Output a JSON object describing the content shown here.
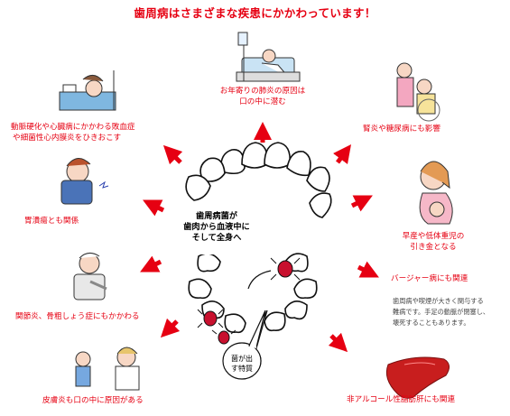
{
  "title": "歯周病はさまざまな疾患にかかわっています！",
  "center": {
    "line1": "歯周病菌が",
    "line2": "歯肉から血液中に",
    "line3": "そして全身へ"
  },
  "bubble": {
    "line1": "菌が出",
    "line2": "す特質"
  },
  "labels": {
    "pneumonia_1": "お年寄りの肺炎の原因は",
    "pneumonia_2": "口の中に潜む",
    "kidney": "腎炎や糖尿病にも影響",
    "arterio_1": "動脈硬化や心臓病にかかわる敗血症",
    "arterio_2": "や細菌性心内膜炎をひきおこす",
    "stomach": "胃潰瘍とも関係",
    "premature_1": "早産や低体重児の",
    "premature_2": "引き金となる",
    "buerger": "バージャー病にも関連",
    "joint": "関節炎、骨粗しょう症にもかかわる",
    "skin": "皮膚炎も口の中に原因がある",
    "liver": "非アルコール性脂肪肝にも関連"
  },
  "buerger_desc": {
    "line1": "歯周病や喫煙が大きく関与する",
    "line2": "難病です。手足の動脈が閉塞し、",
    "line3": "壊死することもあります。"
  },
  "colors": {
    "accent": "#e60012",
    "arrow": "#e60012"
  },
  "icons": [
    "patient-in-bed-icon",
    "caregiver-elderly-icon",
    "bedridden-person-icon",
    "stomach-ache-child-icon",
    "pregnant-woman-icon",
    "injured-person-icon",
    "doctor-child-icon",
    "liver-icon",
    "bacteria-icon",
    "teeth-icon"
  ]
}
